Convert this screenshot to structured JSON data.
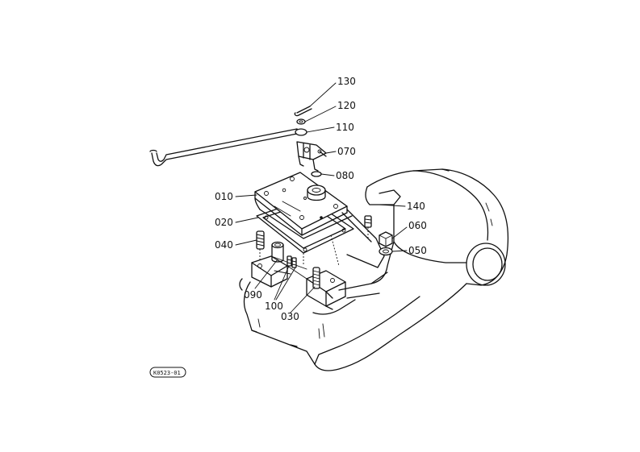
{
  "diagram": {
    "reference_code": "K0523-01",
    "callouts": [
      {
        "id": "130",
        "label": "130"
      },
      {
        "id": "120",
        "label": "120"
      },
      {
        "id": "110",
        "label": "110"
      },
      {
        "id": "070",
        "label": "070"
      },
      {
        "id": "080",
        "label": "080"
      },
      {
        "id": "010",
        "label": "010"
      },
      {
        "id": "140",
        "label": "140"
      },
      {
        "id": "020",
        "label": "020"
      },
      {
        "id": "060",
        "label": "060"
      },
      {
        "id": "040",
        "label": "040"
      },
      {
        "id": "050",
        "label": "050"
      },
      {
        "id": "090",
        "label": "090"
      },
      {
        "id": "100",
        "label": "100"
      },
      {
        "id": "030",
        "label": "030"
      }
    ]
  }
}
